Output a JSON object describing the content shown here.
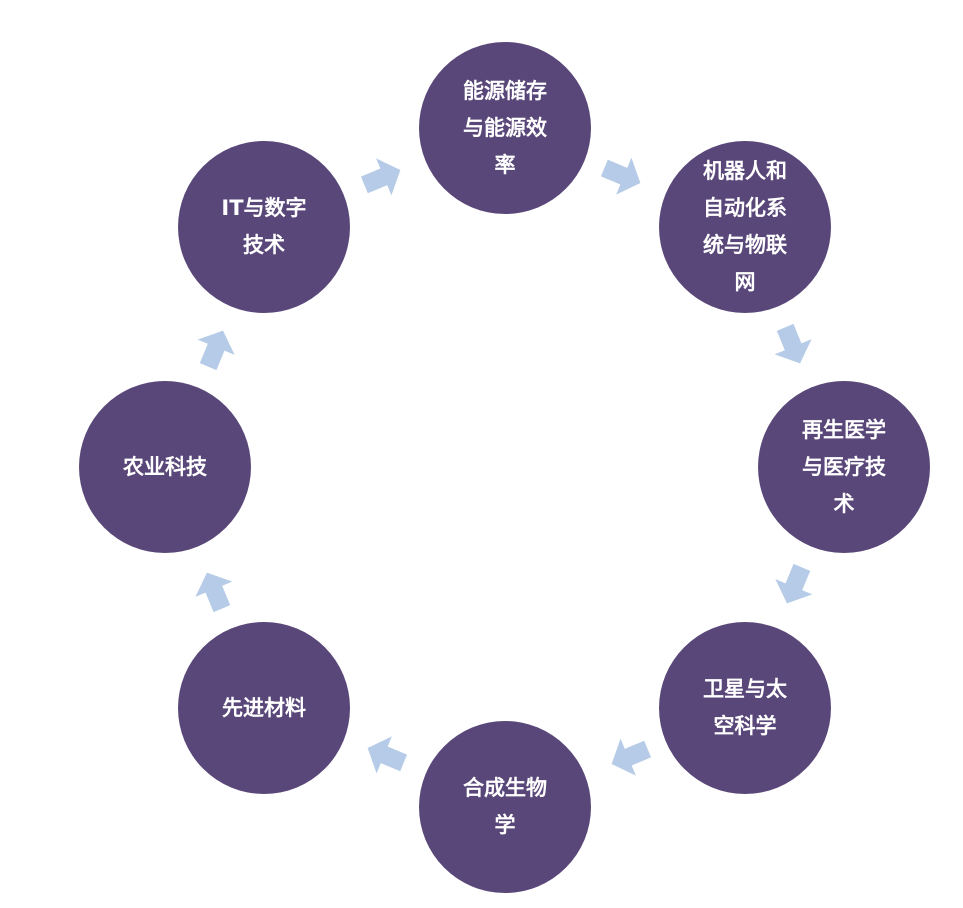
{
  "colors": {
    "node_fill": "#594779",
    "node_text": "#ffffff",
    "arrow_fill": "#b6cbe7",
    "background": "#ffffff"
  },
  "diagram": {
    "type": "cycle",
    "direction": "clockwise",
    "nodes": [
      {
        "id": "energy",
        "label": "能源储存\n与能源效\n率"
      },
      {
        "id": "robotics",
        "label": "机器人和\n自动化系\n统与物联\n网"
      },
      {
        "id": "regen-med",
        "label": "再生医学\n与医疗技\n术"
      },
      {
        "id": "satellite",
        "label": "卫星与太\n空科学"
      },
      {
        "id": "synbio",
        "label": "合成生物\n学"
      },
      {
        "id": "materials",
        "label": "先进材料"
      },
      {
        "id": "agritech",
        "label": "农业科技"
      },
      {
        "id": "it-digital",
        "label": "IT与数字\n技术"
      }
    ],
    "arrows": [
      {
        "from": "energy",
        "to": "robotics",
        "icon": "arrow-icon"
      },
      {
        "from": "robotics",
        "to": "regen-med",
        "icon": "arrow-icon"
      },
      {
        "from": "regen-med",
        "to": "satellite",
        "icon": "arrow-icon"
      },
      {
        "from": "satellite",
        "to": "synbio",
        "icon": "arrow-icon"
      },
      {
        "from": "synbio",
        "to": "materials",
        "icon": "arrow-icon"
      },
      {
        "from": "materials",
        "to": "agritech",
        "icon": "arrow-icon"
      },
      {
        "from": "agritech",
        "to": "it-digital",
        "icon": "arrow-icon"
      },
      {
        "from": "it-digital",
        "to": "energy",
        "icon": "arrow-icon"
      }
    ]
  }
}
